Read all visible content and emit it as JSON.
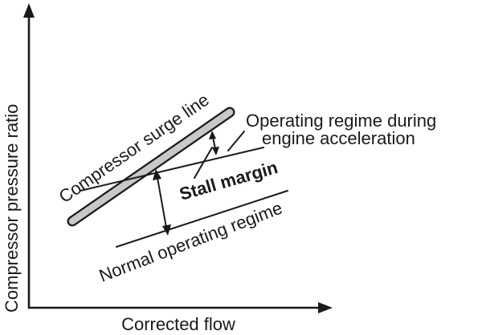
{
  "diagram": {
    "y_axis_label": "Compressor pressure ratio",
    "x_axis_label": "Corrected flow",
    "surge_line_label": "Compressor surge line",
    "accel_label_line1": "Operating regime during",
    "accel_label_line2": "engine acceleration",
    "stall_margin_label": "Stall margin",
    "normal_label": "Normal operating regime",
    "colors": {
      "ink": "#1a1a1a",
      "surge_band_fill": "#c8c8c8"
    }
  }
}
